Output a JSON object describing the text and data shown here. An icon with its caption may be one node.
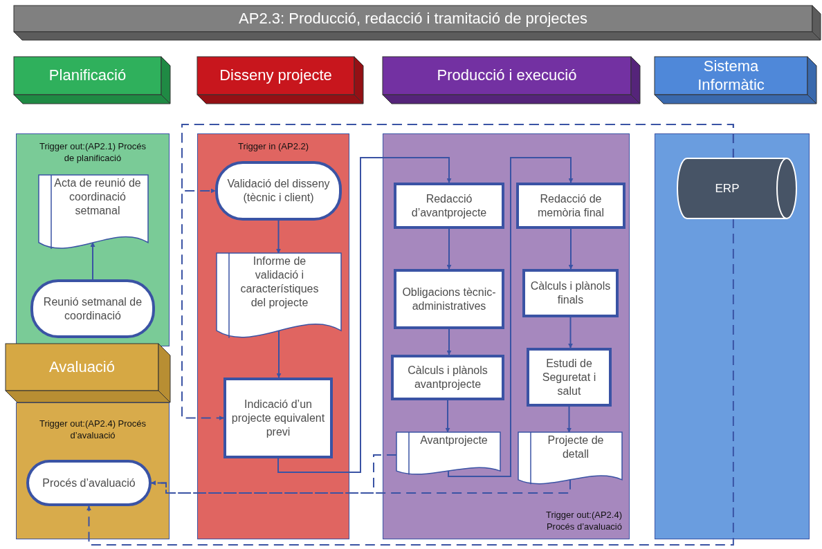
{
  "diagram": {
    "nodes": [
      {
        "text": [
          "AP2.3: Producció, redacció i tramitació de projectes"
        ]
      },
      {
        "text": [
          "Planificació"
        ]
      },
      {
        "text": [
          "Disseny projecte"
        ]
      },
      {
        "text": [
          "Producció i execució"
        ]
      },
      {
        "text": [
          "Sistema Informàtic"
        ]
      },
      {
        "text": [
          "Trigger out:(AP2.1) Procés de planificació"
        ]
      },
      {
        "text": [
          "Acta de reunió de coordinació setmanal"
        ],
        "in": 5
      },
      {
        "text": [
          "Reunió setmanal de coordinació"
        ],
        "in": 5
      },
      {
        "text": [
          "Avaluació"
        ]
      },
      {
        "text": [
          "Trigger out:(AP2.4) Procés d’avaluació"
        ]
      },
      {
        "text": [
          "Procés d’avaluació"
        ],
        "in": 9
      },
      {
        "text": [
          "Trigger in (AP2.2)"
        ]
      },
      {
        "text": [
          "Validació del disseny (tècnic i client)"
        ],
        "in": 11
      },
      {
        "text": [
          "Informe de validació i característiques del projecte"
        ],
        "in": 11
      },
      {
        "text": [
          "Indicació d’un projecte equivalent previ"
        ],
        "in": 11
      },
      {
        "text": [
          "Trigger out:(AP2.4) Procés d’avaluació"
        ]
      },
      {
        "text": [
          "Redacció d’avantprojecte"
        ],
        "in": 15
      },
      {
        "text": [
          "Obligacions tècnic-administratives"
        ],
        "in": 15
      },
      {
        "text": [
          "Càlculs i plànols avantprojecte"
        ],
        "in": 15
      },
      {
        "text": [
          "Avantprojecte"
        ],
        "in": 15
      },
      {
        "text": [
          "Redacció de memòria final"
        ],
        "in": 15
      },
      {
        "text": [
          "Càlculs i plànols finals"
        ],
        "in": 15
      },
      {
        "text": [
          "Estudi de Seguretat i salut"
        ],
        "in": 15
      },
      {
        "text": [
          "Projecte de detall"
        ],
        "in": 15
      },
      {
        "text": [],
        "shape": "box"
      },
      {
        "text": [
          "ERP"
        ],
        "in": 24
      }
    ],
    "edges": [
      {
        "from": 7,
        "to": 6,
        "arrow": "to"
      },
      {
        "from": 12,
        "to": 13,
        "arrow": "to"
      },
      {
        "from": 13,
        "to": 14,
        "arrow": "to"
      },
      {
        "from": 14,
        "to": 16,
        "arrow": "to"
      },
      {
        "from": 16,
        "to": 17,
        "arrow": "to"
      },
      {
        "from": 17,
        "to": 18,
        "arrow": "to"
      },
      {
        "from": 18,
        "to": 19,
        "arrow": "to"
      },
      {
        "from": 19,
        "to": 20,
        "arrow": "to"
      },
      {
        "from": 20,
        "to": 21,
        "arrow": "to"
      },
      {
        "from": 21,
        "to": 22,
        "arrow": "to"
      },
      {
        "from": 22,
        "to": 23,
        "arrow": "to"
      },
      {
        "from": 25,
        "to": 12,
        "arrow": "to",
        "style": "dashed"
      },
      {
        "from": 25,
        "to": 14,
        "arrow": "to",
        "style": "dashed"
      },
      {
        "from": 25,
        "to": 10,
        "arrow": "to",
        "style": "dashed"
      },
      {
        "from": 19,
        "to": 10,
        "arrow": "to",
        "style": "dashed"
      },
      {
        "from": 23,
        "to": 10,
        "arrow": "to",
        "style": "dashed"
      }
    ]
  }
}
